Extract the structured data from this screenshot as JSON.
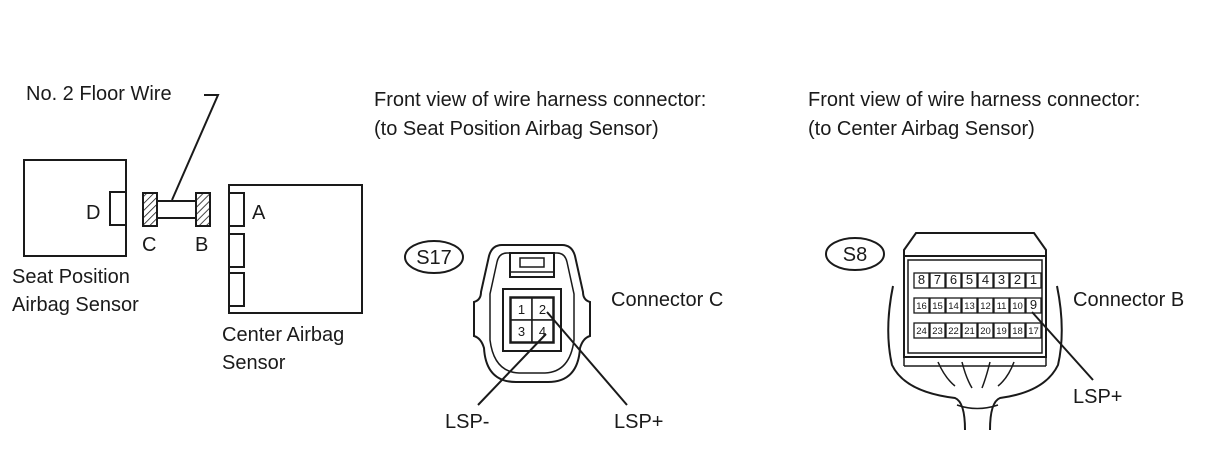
{
  "overview": {
    "wire_label": "No. 2 Floor Wire",
    "seat_sensor_label_1": "Seat Position",
    "seat_sensor_label_2": "Airbag Sensor",
    "center_sensor_label_1": "Center Airbag",
    "center_sensor_label_2": "Sensor",
    "terminal_d": "D",
    "terminal_c": "C",
    "terminal_b": "B",
    "terminal_a": "A"
  },
  "connector_c": {
    "heading_1": "Front view of wire harness connector:",
    "heading_2": "(to Seat Position Airbag Sensor)",
    "code": "S17",
    "name": "Connector C",
    "pins": [
      "1",
      "2",
      "3",
      "4"
    ],
    "label_minus": "LSP-",
    "label_plus": "LSP+"
  },
  "connector_b": {
    "heading_1": "Front view of wire harness connector:",
    "heading_2": "(to Center Airbag Sensor)",
    "code": "S8",
    "name": "Connector B",
    "pins_row1": [
      "8",
      "7",
      "6",
      "5",
      "4",
      "3",
      "2",
      "1"
    ],
    "pins_row2": [
      "16",
      "15",
      "14",
      "13",
      "12",
      "11",
      "10",
      "9"
    ],
    "pins_row3": [
      "24",
      "23",
      "22",
      "21",
      "20",
      "19",
      "18",
      "17"
    ],
    "label_plus": "LSP+"
  }
}
